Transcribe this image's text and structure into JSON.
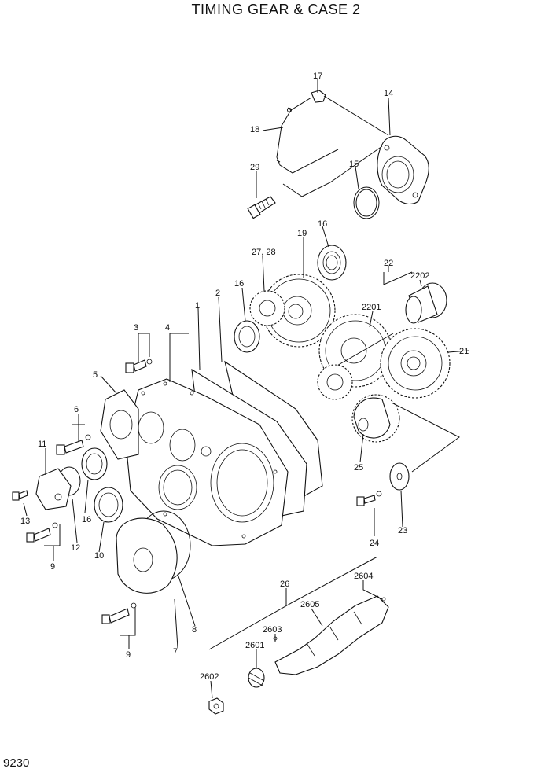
{
  "title": "TIMING GEAR & CASE 2",
  "page_code": "9230",
  "callouts": [
    {
      "id": "c17",
      "text": "17"
    },
    {
      "id": "c14",
      "text": "14"
    },
    {
      "id": "c18",
      "text": "18"
    },
    {
      "id": "c29",
      "text": "29"
    },
    {
      "id": "c15",
      "text": "15"
    },
    {
      "id": "c16a",
      "text": "16"
    },
    {
      "id": "c19",
      "text": "19"
    },
    {
      "id": "c2728",
      "text": "27, 28"
    },
    {
      "id": "c22",
      "text": "22"
    },
    {
      "id": "c2202",
      "text": "2202"
    },
    {
      "id": "c16b",
      "text": "16"
    },
    {
      "id": "c2",
      "text": "2"
    },
    {
      "id": "c1",
      "text": "1"
    },
    {
      "id": "c2201",
      "text": "2201"
    },
    {
      "id": "c3",
      "text": "3"
    },
    {
      "id": "c4",
      "text": "4"
    },
    {
      "id": "c21",
      "text": "21"
    },
    {
      "id": "c5",
      "text": "5"
    },
    {
      "id": "c6",
      "text": "6"
    },
    {
      "id": "c11",
      "text": "11"
    },
    {
      "id": "c25",
      "text": "25"
    },
    {
      "id": "c13",
      "text": "13"
    },
    {
      "id": "c16c",
      "text": "16"
    },
    {
      "id": "c12",
      "text": "12"
    },
    {
      "id": "c10",
      "text": "10"
    },
    {
      "id": "c9a",
      "text": "9"
    },
    {
      "id": "c24",
      "text": "24"
    },
    {
      "id": "c23",
      "text": "23"
    },
    {
      "id": "c2604",
      "text": "2604"
    },
    {
      "id": "c26",
      "text": "26"
    },
    {
      "id": "c2605",
      "text": "2605"
    },
    {
      "id": "c8",
      "text": "8"
    },
    {
      "id": "c2603",
      "text": "2603"
    },
    {
      "id": "c2601",
      "text": "2601"
    },
    {
      "id": "c9b",
      "text": "9"
    },
    {
      "id": "c7",
      "text": "7"
    },
    {
      "id": "c2602",
      "text": "2602"
    }
  ]
}
